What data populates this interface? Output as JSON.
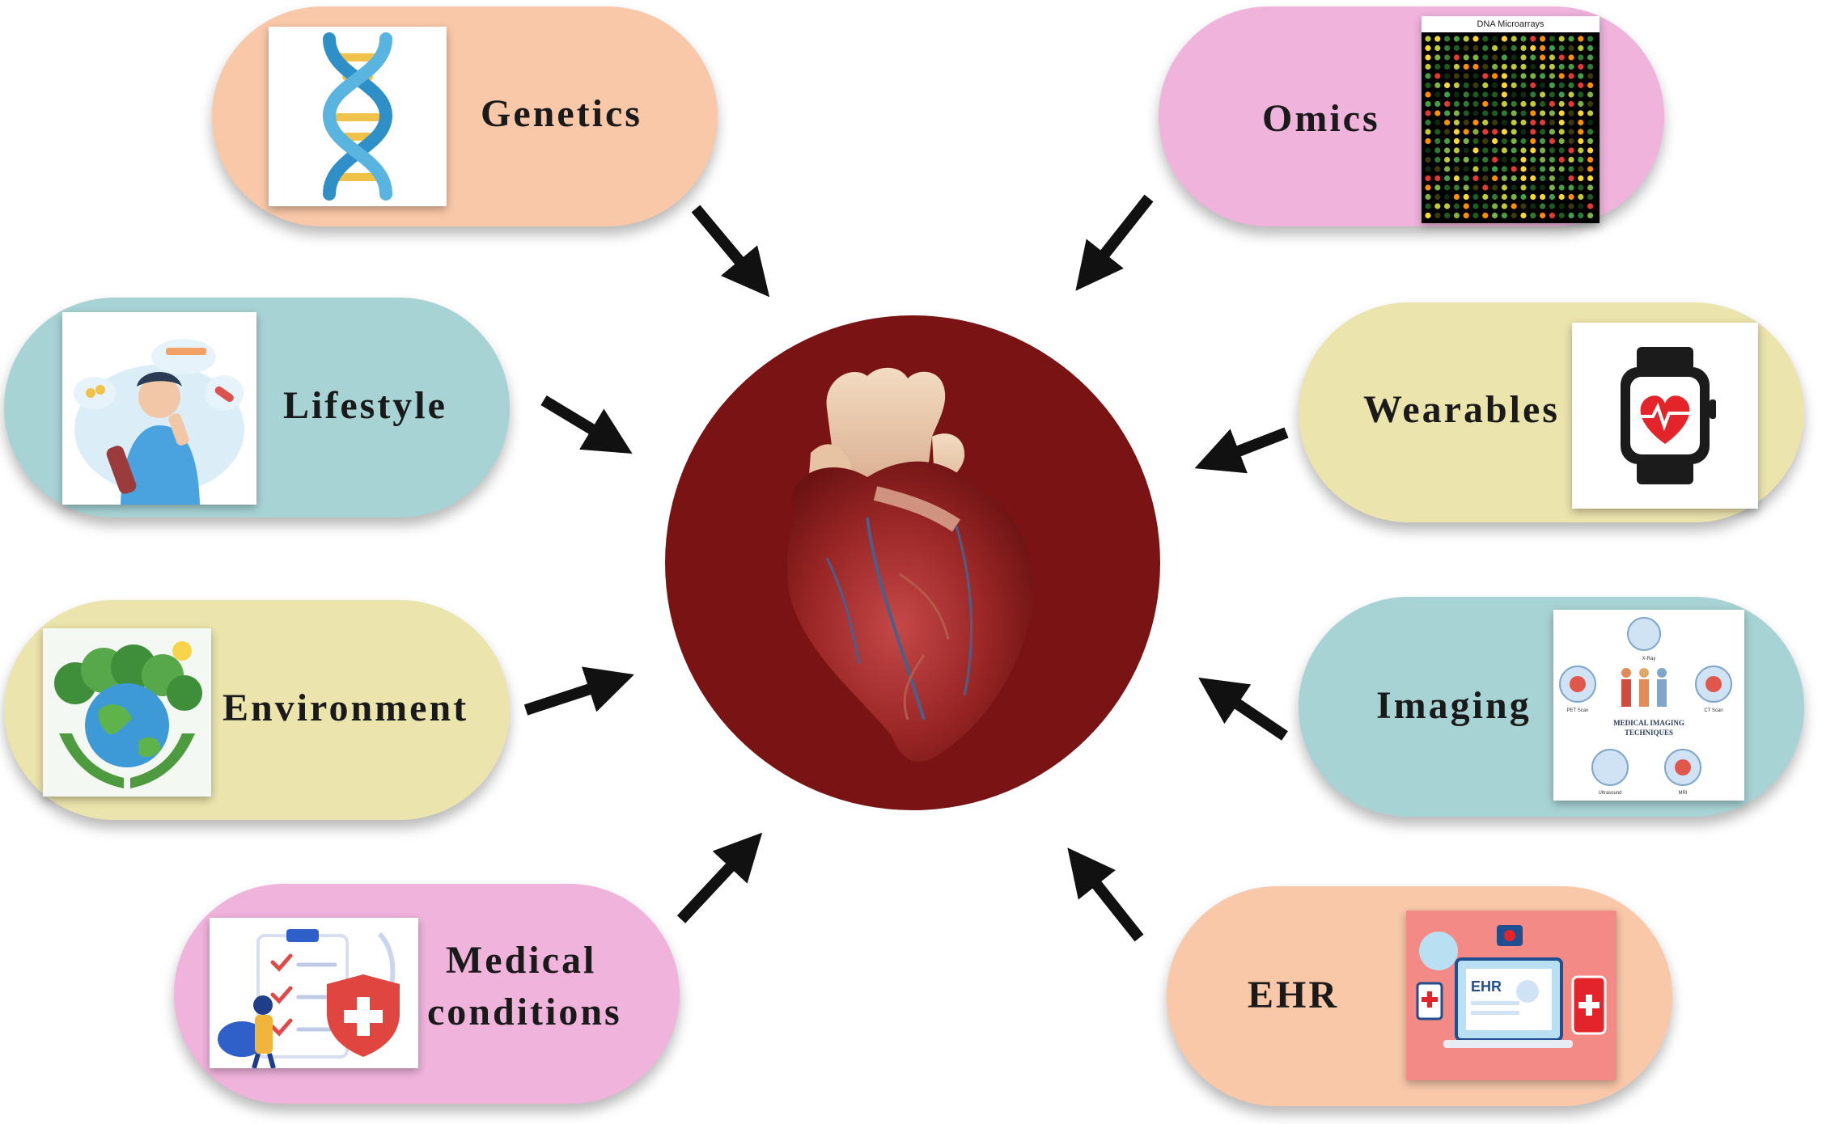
{
  "colors": {
    "peach": "#f9c8a9",
    "teal": "#a8d3d4",
    "khaki": "#ece4ad",
    "pink": "#efb3dc",
    "hub": "#7a1414",
    "arrow": "#111111"
  },
  "factors": {
    "genetics": {
      "label": "Genetics",
      "icon": "dna-helix-icon"
    },
    "lifestyle": {
      "label": "Lifestyle",
      "icon": "person-habits-icon"
    },
    "environment": {
      "label": "Environment",
      "icon": "earth-in-hands-icon"
    },
    "medical_line1": "Medical",
    "medical_line2": "conditions",
    "medical_icon": "clipboard-health-shield-icon",
    "omics": {
      "label": "Omics",
      "icon": "dna-microarray-icon",
      "thumb_caption": "DNA Microarrays"
    },
    "wearables": {
      "label": "Wearables",
      "icon": "smartwatch-heart-icon"
    },
    "imaging": {
      "label": "Imaging",
      "icon": "medical-imaging-techniques-icon",
      "thumb_title_1": "MEDICAL IMAGING",
      "thumb_title_2": "TECHNIQUES",
      "thumb_tags": [
        "X-Ray",
        "PET Scan",
        "CT Scan",
        "Ultrasound",
        "MRI"
      ]
    },
    "ehr": {
      "label": "EHR",
      "icon": "ehr-laptop-icon",
      "screen_text": "EHR"
    }
  },
  "center": {
    "icon": "anatomical-heart-icon"
  }
}
